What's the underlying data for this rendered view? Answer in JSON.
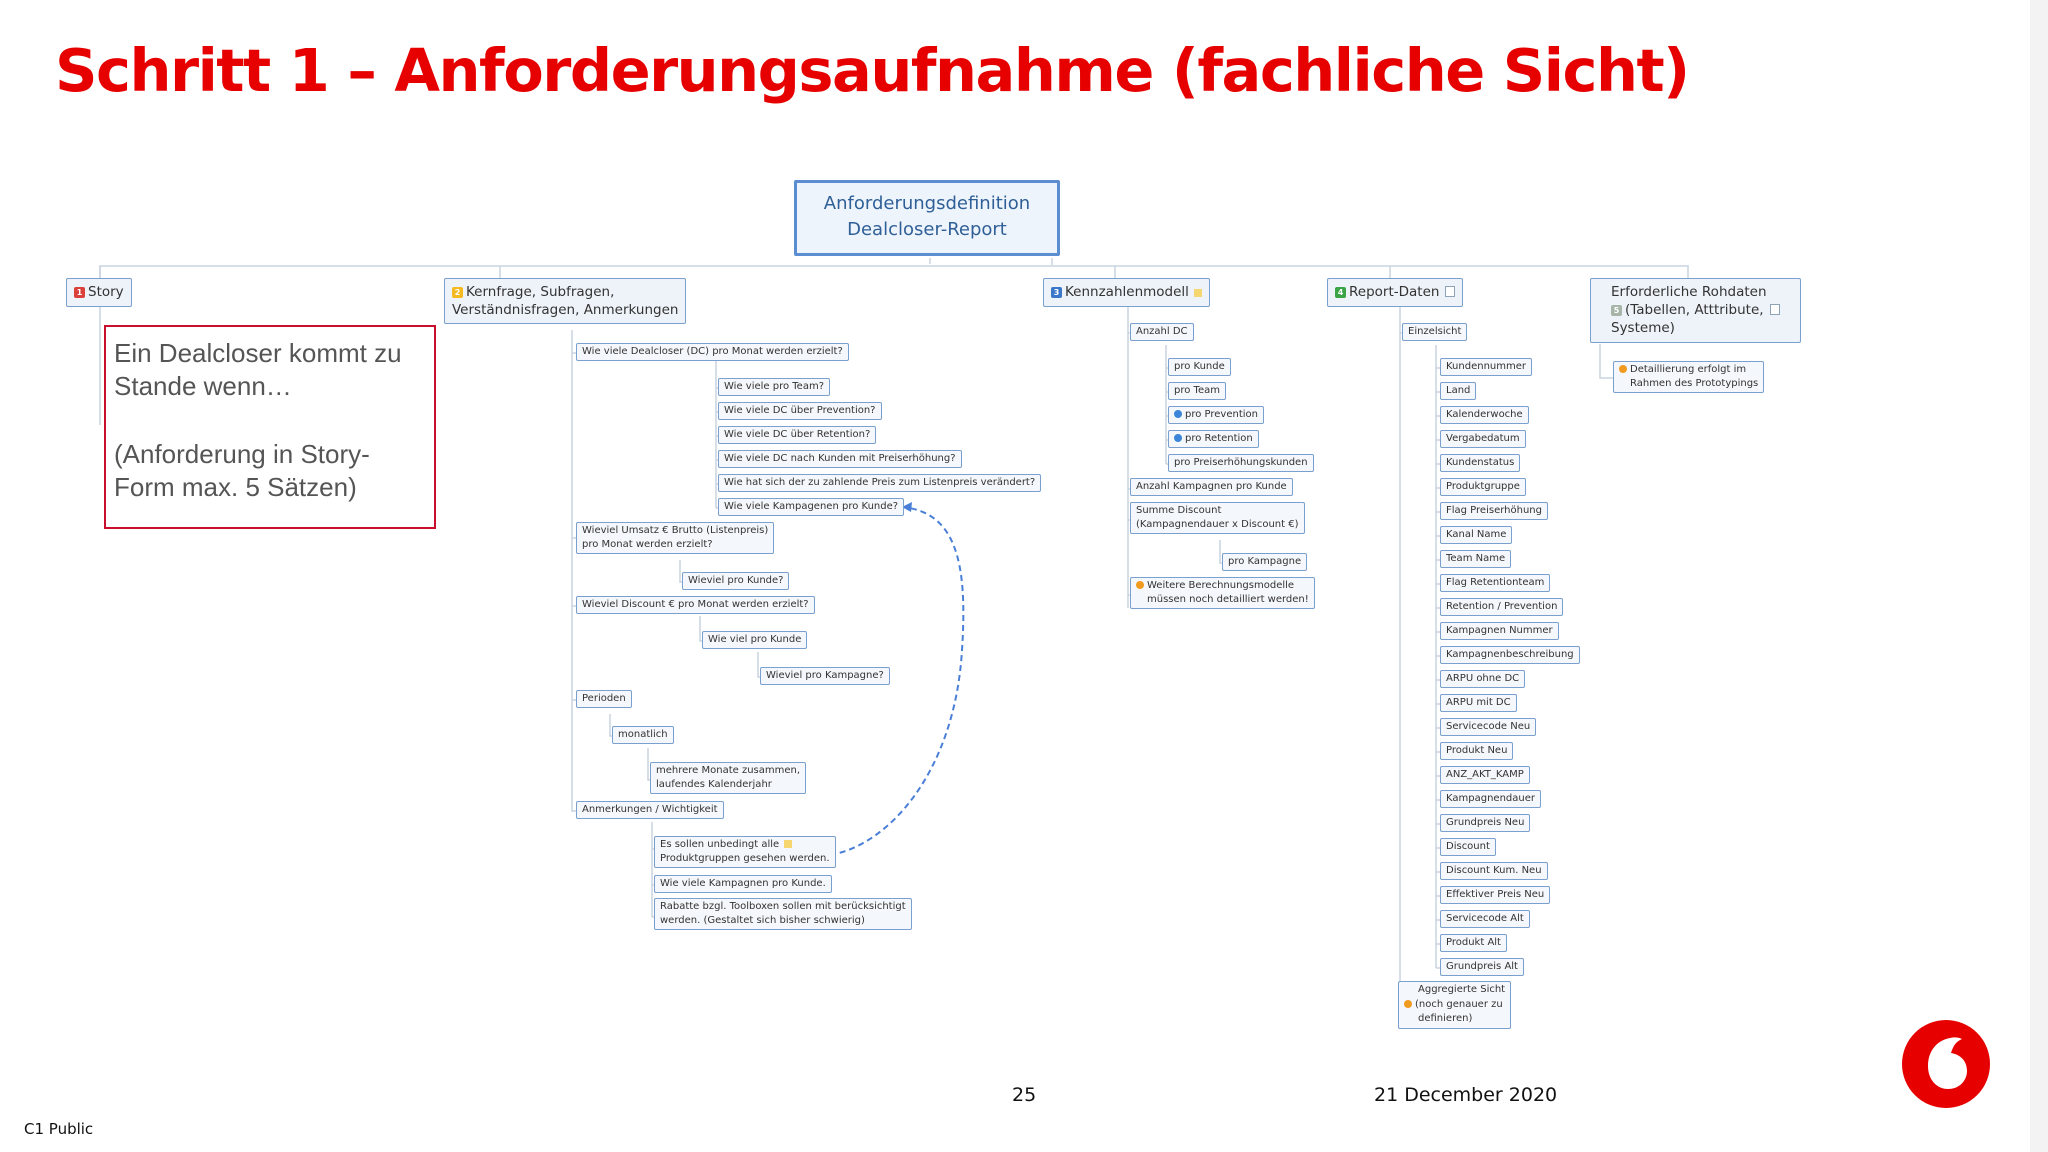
{
  "title": "Schritt 1 – Anforderungsaufnahme (fachliche Sicht)",
  "footer": {
    "page_number": "25",
    "date": "21 December 2020",
    "classification": "C1 Public"
  },
  "logo": {
    "icon": "vodafone-speechmark-logo",
    "color": "#e60000"
  },
  "colors": {
    "title": "#e60000",
    "node_border": "#7aa0cf",
    "story_border": "#c8102e",
    "dashed_link": "#4a7fd8"
  },
  "story_box": {
    "line1": "Ein Dealcloser kommt zu Stande wenn…",
    "line2": "(Anforderung in Story-Form max. 5 Sätzen)"
  },
  "mindmap": {
    "root": {
      "line1": "Anforderungsdefinition",
      "line2": "Dealcloser-Report"
    },
    "branches": {
      "story": {
        "marker": "1",
        "label": "Story"
      },
      "kernfrage": {
        "marker": "2",
        "line1": "Kernfrage, Subfragen,",
        "line2": "Verständnisfragen, Anmerkungen"
      },
      "kennzahlen": {
        "marker": "3",
        "label": "Kennzahlenmodell"
      },
      "reportdaten": {
        "marker": "4",
        "label": "Report-Daten"
      },
      "rohdaten": {
        "marker": "5",
        "line1": "Erforderliche Rohdaten",
        "line2": "(Tabellen, Atttribute,",
        "line3": "Systeme)"
      }
    },
    "kernfrage_nodes": {
      "q_dc_monat": "Wie viele Dealcloser (DC) pro Monat werden erzielt?",
      "q_team": "Wie viele pro Team?",
      "q_prevention": "Wie viele DC über Prevention?",
      "q_retention": "Wie viele DC über Retention?",
      "q_preiserhoehung": "Wie viele DC nach Kunden mit Preiserhöhung?",
      "q_listenpreis": "Wie hat sich der zu zahlende Preis zum Listenpreis verändert?",
      "q_kampagnen": "Wie viele Kampagenen pro Kunde?",
      "q_umsatz_1": "Wieviel Umsatz € Brutto (Listenpreis)",
      "q_umsatz_2": "pro Monat werden erzielt?",
      "q_umsatz_kunde": "Wieviel pro Kunde?",
      "q_discount": "Wieviel Discount € pro Monat werden erzielt?",
      "q_discount_kunde": "Wie viel pro Kunde",
      "q_discount_kampagne": "Wieviel pro Kampagne?",
      "perioden": "Perioden",
      "monatlich": "monatlich",
      "mehrere_1": "mehrere Monate zusammen,",
      "mehrere_2": "laufendes Kalenderjahr",
      "anmerkungen": "Anmerkungen / Wichtigkeit",
      "anm_produkt_1": "Es sollen unbedingt alle",
      "anm_produkt_2": "Produktgruppen gesehen werden.",
      "anm_kampagnen": "Wie viele Kampagnen pro Kunde.",
      "anm_rabatte_1": "Rabatte bzgl. Toolboxen sollen mit berücksichtigt",
      "anm_rabatte_2": "werden. (Gestaltet sich bisher schwierig)"
    },
    "kennzahl_nodes": {
      "anzahl_dc": "Anzahl DC",
      "pro_kunde": "pro Kunde",
      "pro_team": "pro Team",
      "pro_prevention": "pro Prevention",
      "pro_retention": "pro Retention",
      "pro_preiserhoehung": "pro Preiserhöhungskunden",
      "anzahl_kampagnen": "Anzahl Kampagnen pro Kunde",
      "summe_discount_1": "Summe Discount",
      "summe_discount_2": "(Kampagnendauer x Discount €)",
      "pro_kampagne": "pro Kampagne",
      "weitere_1": "Weitere Berechnungsmodelle",
      "weitere_2": "müssen noch detailliert werden!"
    },
    "report_nodes": {
      "einzelsicht": "Einzelsicht",
      "fields": [
        "Kundennummer",
        "Land",
        "Kalenderwoche",
        "Vergabedatum",
        "Kundenstatus",
        "Produktgruppe",
        "Flag Preiserhöhung",
        "Kanal Name",
        "Team Name",
        "Flag Retentionteam",
        "Retention / Prevention",
        "Kampagnen Nummer",
        "Kampagnenbeschreibung",
        "ARPU ohne DC",
        "ARPU mit DC",
        "Servicecode Neu",
        "Produkt Neu",
        "ANZ_AKT_KAMP",
        "Kampagnendauer",
        "Grundpreis Neu",
        "Discount",
        "Discount Kum. Neu",
        "Effektiver Preis Neu",
        "Servicecode Alt",
        "Produkt Alt",
        "Grundpreis Alt"
      ],
      "aggregiert_1": "Aggregierte Sicht",
      "aggregiert_2": "(noch genauer zu",
      "aggregiert_3": "definieren)"
    },
    "rohdaten_nodes": {
      "detail_1": "Detaillierung erfolgt im",
      "detail_2": "Rahmen des Prototypings"
    }
  }
}
